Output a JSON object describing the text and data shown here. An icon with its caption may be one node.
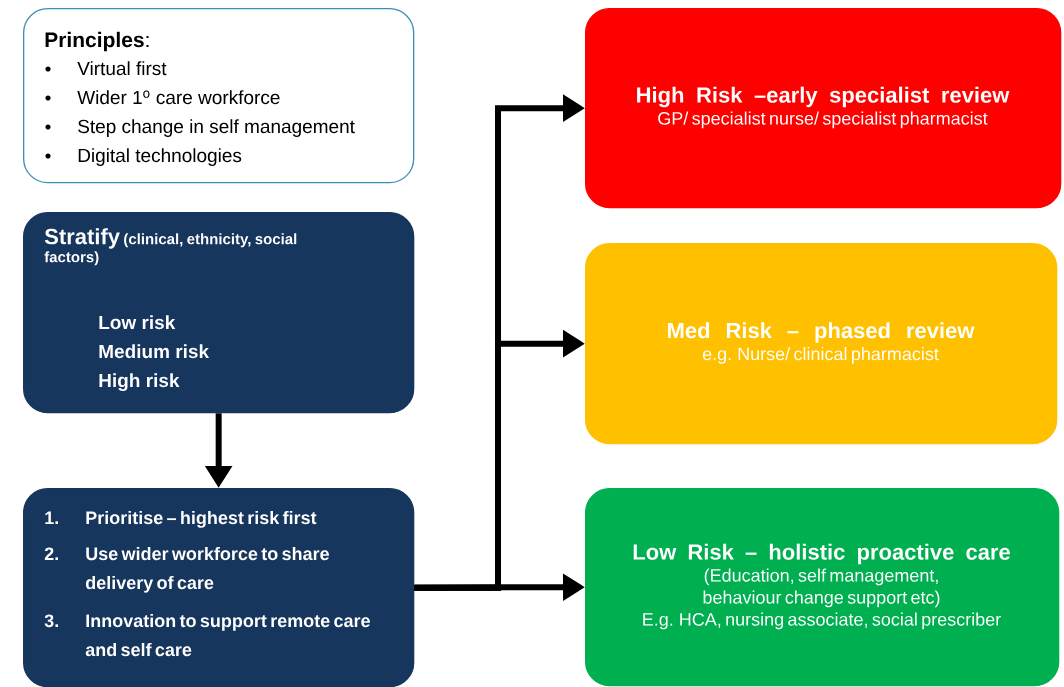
{
  "diagram": {
    "nodes": [
      {
        "text": [
          "**Principles**:",
          "Virtual first",
          "Wider 1$^{o}$ care workforce",
          "Step change in self management",
          "Digital technologies"
        ]
      },
      {
        "text": [
          "Stratify",
          "(clinical, ethnicity, social factors)",
          "Low risk",
          "Medium risk",
          "High risk"
        ]
      },
      {
        "text": [
          "1.",
          "Prioritise – highest risk first",
          "2.",
          "Use wider workforce to share delivery of care",
          "3.",
          "Innovation to support remote care and self care"
        ]
      },
      {
        "text": [
          "High Risk –early specialist review",
          "GP/ specialist nurse/ specialist pharmacist"
        ]
      },
      {
        "text": [
          "Med Risk – phased review",
          "e.g. Nurse/ clinical pharmacist"
        ]
      },
      {
        "text": [
          "Low Risk – holistic proactive care",
          "(Education, self management, behaviour change support etc)",
          "E.g. HCA, nursing associate, social prescriber"
        ]
      }
    ],
    "edges": [
      {
        "from": 1,
        "to": 2,
        "arrow": "to"
      },
      {
        "from": 2,
        "to": 3,
        "arrow": "to"
      },
      {
        "from": 2,
        "to": 4,
        "arrow": "to"
      },
      {
        "from": 2,
        "to": 5,
        "arrow": "to"
      }
    ]
  }
}
